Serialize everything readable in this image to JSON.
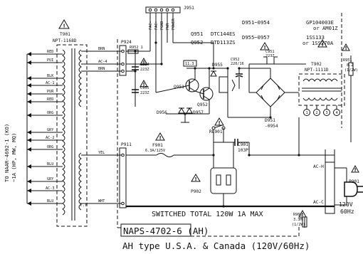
{
  "connector": {
    "ref": "J951",
    "pins": [
      "FAC-",
      "FAC+",
      "PGND",
      "PWR",
      "POWER"
    ]
  },
  "left_transformer": {
    "ref": "T901",
    "part": "NPT-1168D"
  },
  "left_side_label": [
    "TO NAAR-4692-1 (KO)",
    "~1A (HP, MW, MQ)"
  ],
  "secondary_taps": [
    "RED",
    "PUI",
    "BLK",
    "AC-1",
    "PUR",
    "RED",
    "ORG",
    "GRY",
    "AC-2",
    "ORG",
    "BLU",
    "GRY",
    "AC-3",
    "BLU"
  ],
  "tap_wires": {
    "brn1": "BRN",
    "ac4": "AC-4",
    "brn2": "BRN",
    "yel": "YEL",
    "wht": "WHT"
  },
  "transformer_tag": "T.F",
  "connectors": {
    "p924": "P924",
    "p911": "P911",
    "p902": "P902",
    "p901": "P901"
  },
  "parts_list": [
    {
      "ref": "D951~0954",
      "part": "GP104003E",
      "alt": "or AM01Z"
    },
    {
      "ref": "D955~0957",
      "part": "1SS133",
      "alt": "or 1SS270A"
    },
    {
      "ref": "Q951",
      "part": "DTC144ES"
    },
    {
      "ref": "Q952",
      "part": "DTD113ZS"
    }
  ],
  "components": {
    "r952": "R952 1",
    "c954": [
      "C954",
      "223Z"
    ],
    "c955": [
      "C955",
      "223Z"
    ],
    "q951": "Q951",
    "q952": "Q952",
    "d955": "D955",
    "d956": "D956",
    "d957": "D957",
    "val_113": "11.3",
    "c952": [
      "C952",
      "220/16"
    ],
    "c951": [
      "C951",
      "223Z"
    ],
    "bridge": [
      "D951",
      "-0954"
    ],
    "t902": [
      "T902",
      "NPT-1111D"
    ],
    "r951": [
      "R951",
      "8.2",
      "(1/2W)"
    ],
    "f901": [
      "F901",
      "6.3A/125V"
    ],
    "rl901": "RL901",
    "c901": [
      "C901",
      "103P"
    ],
    "r901": [
      "R901",
      "3.3M",
      "(1/2W)"
    ],
    "ac_h": "AC-H",
    "ac_c": "AC-C",
    "pins_t902": [
      "1",
      "2",
      "3",
      "4"
    ]
  },
  "mains": {
    "voltage": "120V",
    "freq": "60Hz"
  },
  "switched_note": "SWITCHED TOTAL 120W 1A MAX",
  "board_name": "NAPS-4702-6 (AH)",
  "footer": "AH type  U.S.A. & Canada (120V/60Hz)"
}
